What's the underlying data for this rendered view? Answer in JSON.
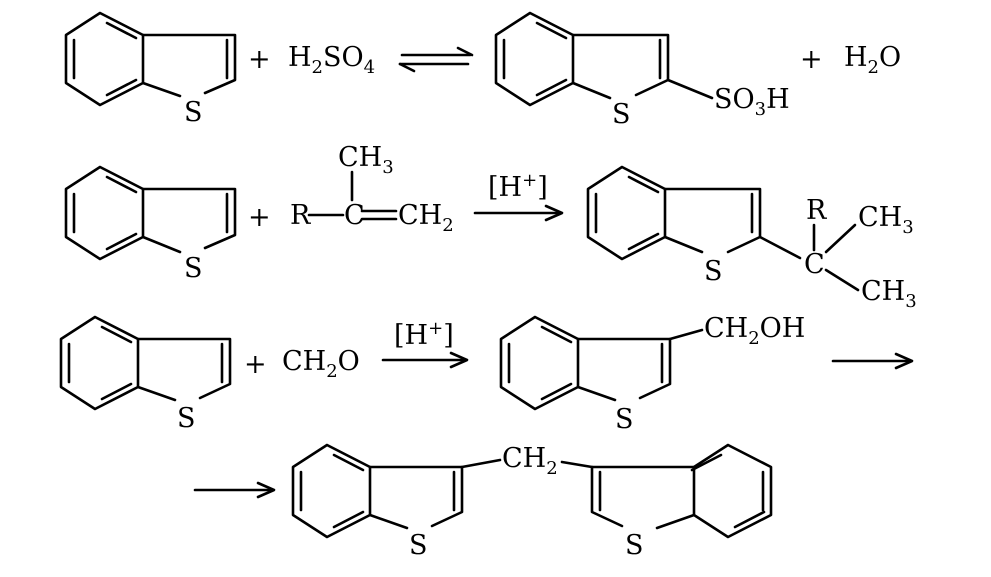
{
  "reactions": [
    {
      "reactant_sulfur": "S",
      "plus1": "+",
      "reagent": {
        "main": "H",
        "sub1": "2",
        "mid": "SO",
        "sub2": "4"
      },
      "product_sulfur": "S",
      "product_group": {
        "main": "SO",
        "sub": "3",
        "tail": "H"
      },
      "plus2": "+",
      "byproduct": {
        "main": "H",
        "sub": "2",
        "tail": "O"
      }
    },
    {
      "reactant_sulfur": "S",
      "plus": "+",
      "reagent": {
        "methyl": {
          "main": "CH",
          "sub": "3"
        },
        "r": "R",
        "carbon": "C",
        "ch2": {
          "main": "CH",
          "sub": "2"
        }
      },
      "catalyst": {
        "open": "[H",
        "sup": "+",
        "close": "]"
      },
      "product_sulfur": "S",
      "product_r": "R",
      "product_carbon": "C",
      "methyl_top": {
        "main": "CH",
        "sub": "3"
      },
      "methyl_bottom": {
        "main": "CH",
        "sub": "3"
      }
    },
    {
      "reactant_sulfur": "S",
      "plus": "+",
      "reagent": {
        "main": "CH",
        "sub": "2",
        "tail": "O"
      },
      "catalyst": {
        "open": "[H",
        "sup": "+",
        "close": "]"
      },
      "product_sulfur": "S",
      "product_group": {
        "main": "CH",
        "sub": "2",
        "tail": "OH"
      }
    },
    {
      "product_sulfur_left": "S",
      "product_sulfur_right": "S",
      "bridge": {
        "main": "CH",
        "sub": "2"
      }
    }
  ]
}
